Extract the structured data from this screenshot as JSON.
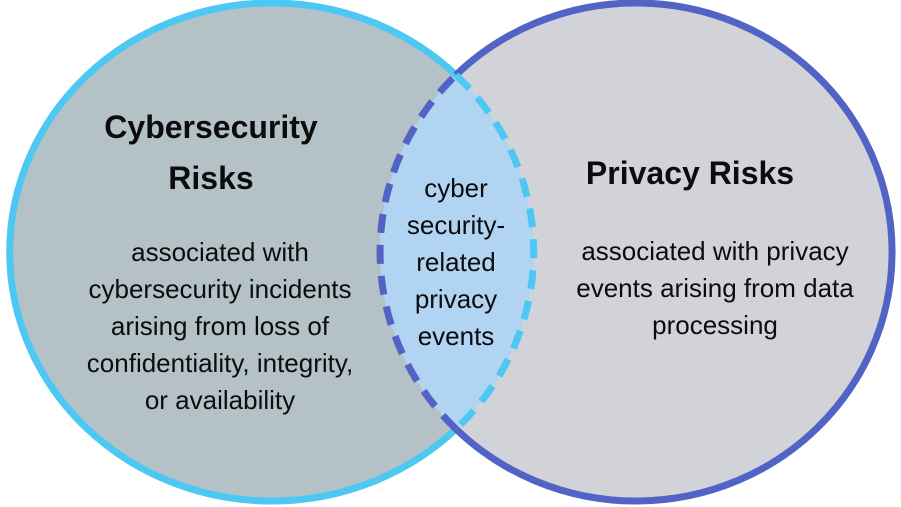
{
  "diagram": {
    "type": "venn",
    "left_circle": {
      "title": "Cybersecurity\nRisks",
      "body": "associated with\ncybersecurity incidents\narising from loss of\nconfidentiality, integrity,\nor availability",
      "fill_color": "#b4c2c8",
      "stroke_color": "#4dc8f2"
    },
    "right_circle": {
      "title": "Privacy Risks",
      "body": "associated with privacy\nevents arising from data\nprocessing",
      "fill_color": "#d2d3d8",
      "stroke_color": "#5163c5"
    },
    "overlap": {
      "label": "cyber\nsecurity-\nrelated\nprivacy\nevents",
      "fill_color": "#b2d4f3"
    },
    "text_color": "#0c0c0c",
    "background_color": "#ffffff"
  }
}
